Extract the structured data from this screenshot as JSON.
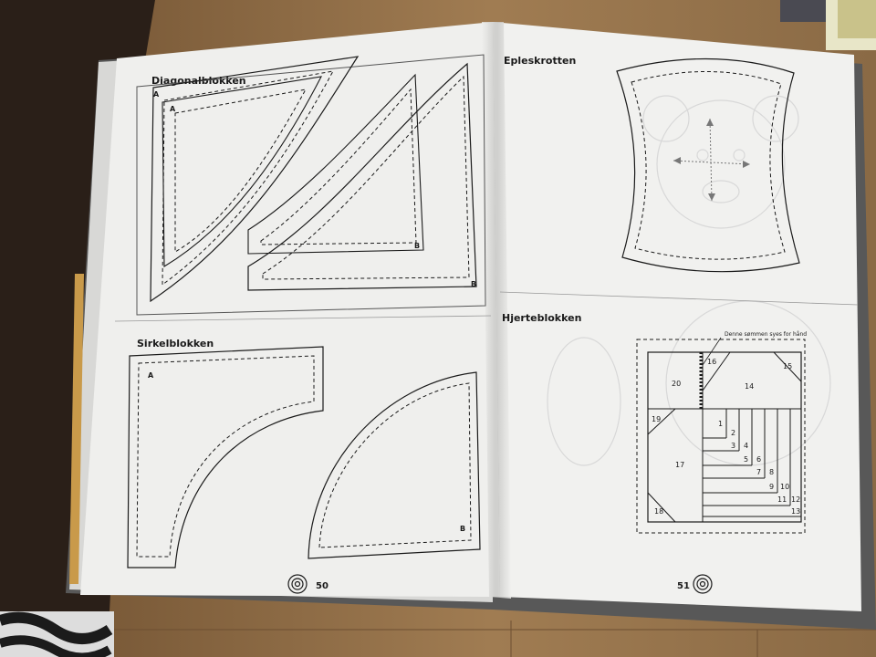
{
  "left_page": {
    "section_diagonal": "Diagonalblokken",
    "section_circle": "Sirkelblokken",
    "label_a": "A",
    "label_b": "B",
    "page_number": "50"
  },
  "right_page": {
    "section_apple": "Epleskrotten",
    "section_heart": "Hjerteblokken",
    "note": "Denne sømmen syes for hånd",
    "page_number": "51"
  },
  "heart_numbers": [
    "1",
    "2",
    "3",
    "4",
    "5",
    "6",
    "7",
    "8",
    "9",
    "10",
    "11",
    "12",
    "13",
    "14",
    "15",
    "16",
    "17",
    "18",
    "19",
    "20"
  ],
  "colors": {
    "page": "#f0f0ee",
    "ink": "#1a1a1a",
    "table": "#8a6a45",
    "floor": "#2a1f18"
  }
}
